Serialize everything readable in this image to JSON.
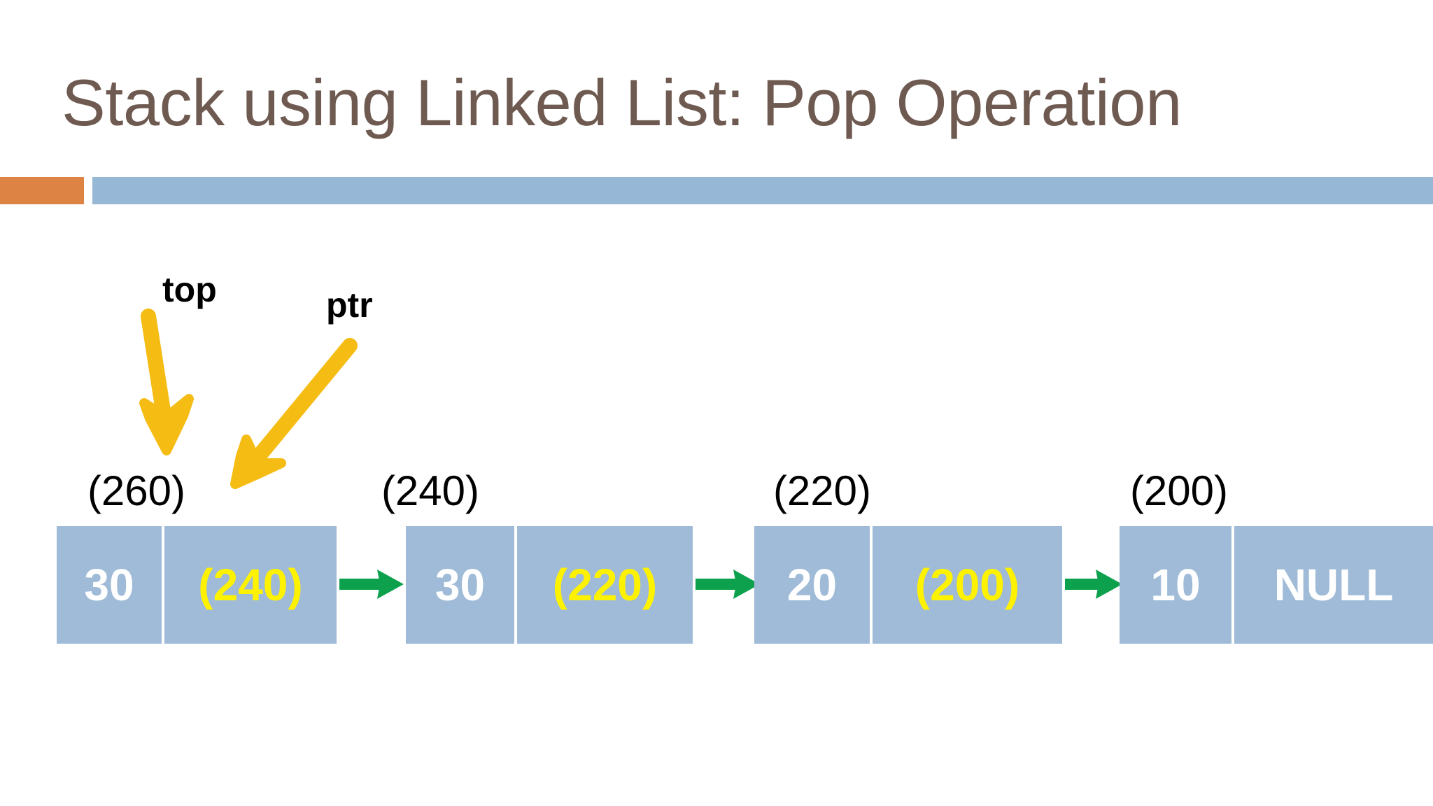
{
  "slide": {
    "title": "Stack using Linked List: Pop Operation",
    "title_color": "#6E5A50",
    "background_color": "#FFFFFF"
  },
  "divider": {
    "accent_color": "#DD8343",
    "bar_color": "#97B7D6"
  },
  "pointers": [
    {
      "name": "top",
      "label": "top",
      "color": "#F5BC14",
      "target_address": "(260)"
    },
    {
      "name": "ptr",
      "label": "ptr",
      "color": "#F5BC14",
      "target_address": "(260)"
    }
  ],
  "linked_list": {
    "node_fill_color": "#9FBBD7",
    "data_text_color": "#FFFFFF",
    "link_text_color": "#FFF200",
    "arrow_color": "#0DA14E",
    "nodes": [
      {
        "address": "(260)",
        "data": "30",
        "next": "(240)",
        "next_is_null": false
      },
      {
        "address": "(240)",
        "data": "30",
        "next": "(220)",
        "next_is_null": false
      },
      {
        "address": "(220)",
        "data": "20",
        "next": "(200)",
        "next_is_null": false
      },
      {
        "address": "(200)",
        "data": "10",
        "next": "NULL",
        "next_is_null": true
      }
    ]
  }
}
